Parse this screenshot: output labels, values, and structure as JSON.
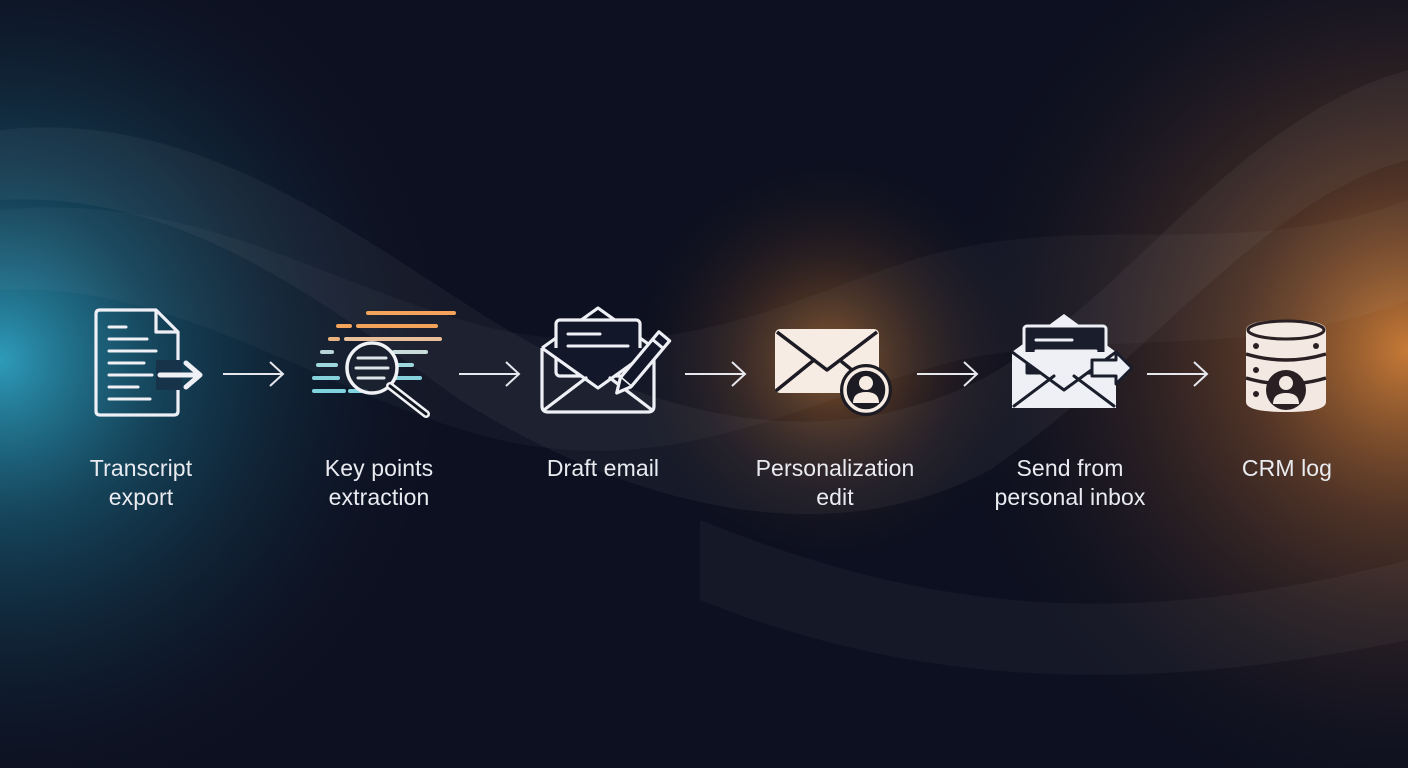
{
  "diagram": {
    "steps": [
      {
        "id": "transcript-export",
        "icon": "transcript-export-icon",
        "label_lines": [
          "Transcript",
          "export"
        ]
      },
      {
        "id": "key-points-extraction",
        "icon": "key-points-search-icon",
        "label_lines": [
          "Key points",
          "extraction"
        ]
      },
      {
        "id": "draft-email",
        "icon": "draft-email-icon",
        "label_lines": [
          "Draft email"
        ]
      },
      {
        "id": "personalization-edit",
        "icon": "personalized-envelope-icon",
        "label_lines": [
          "Personalization",
          "edit"
        ]
      },
      {
        "id": "send-from-personal-inbox",
        "icon": "send-envelope-icon",
        "label_lines": [
          "Send from",
          "personal inbox"
        ]
      },
      {
        "id": "crm-log",
        "icon": "crm-database-icon",
        "label_lines": [
          "CRM log"
        ]
      }
    ],
    "connector": "right-arrow",
    "colors": {
      "background": "#0d1020",
      "teal_glow": "#2fa3c2",
      "orange_glow": "#f0922f",
      "icon_stroke": "#eef0f5",
      "search_orange": "#f3a35a",
      "search_teal": "#7fd3df",
      "label_text": "#e9ebf0"
    }
  }
}
